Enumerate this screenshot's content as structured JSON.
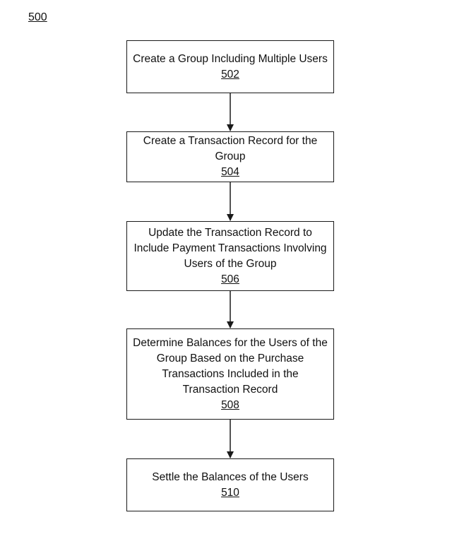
{
  "figure": {
    "label": "500"
  },
  "steps": [
    {
      "text": "Create a Group Including Multiple Users",
      "number": "502"
    },
    {
      "text": "Create a Transaction Record for the Group",
      "number": "504"
    },
    {
      "text": "Update the Transaction Record to Include Payment Transactions Involving Users of the Group",
      "number": "506"
    },
    {
      "text": "Determine Balances for the Users of the Group Based on the Purchase Transactions Included in the Transaction Record",
      "number": "508"
    },
    {
      "text": "Settle the Balances of the Users",
      "number": "510"
    }
  ]
}
